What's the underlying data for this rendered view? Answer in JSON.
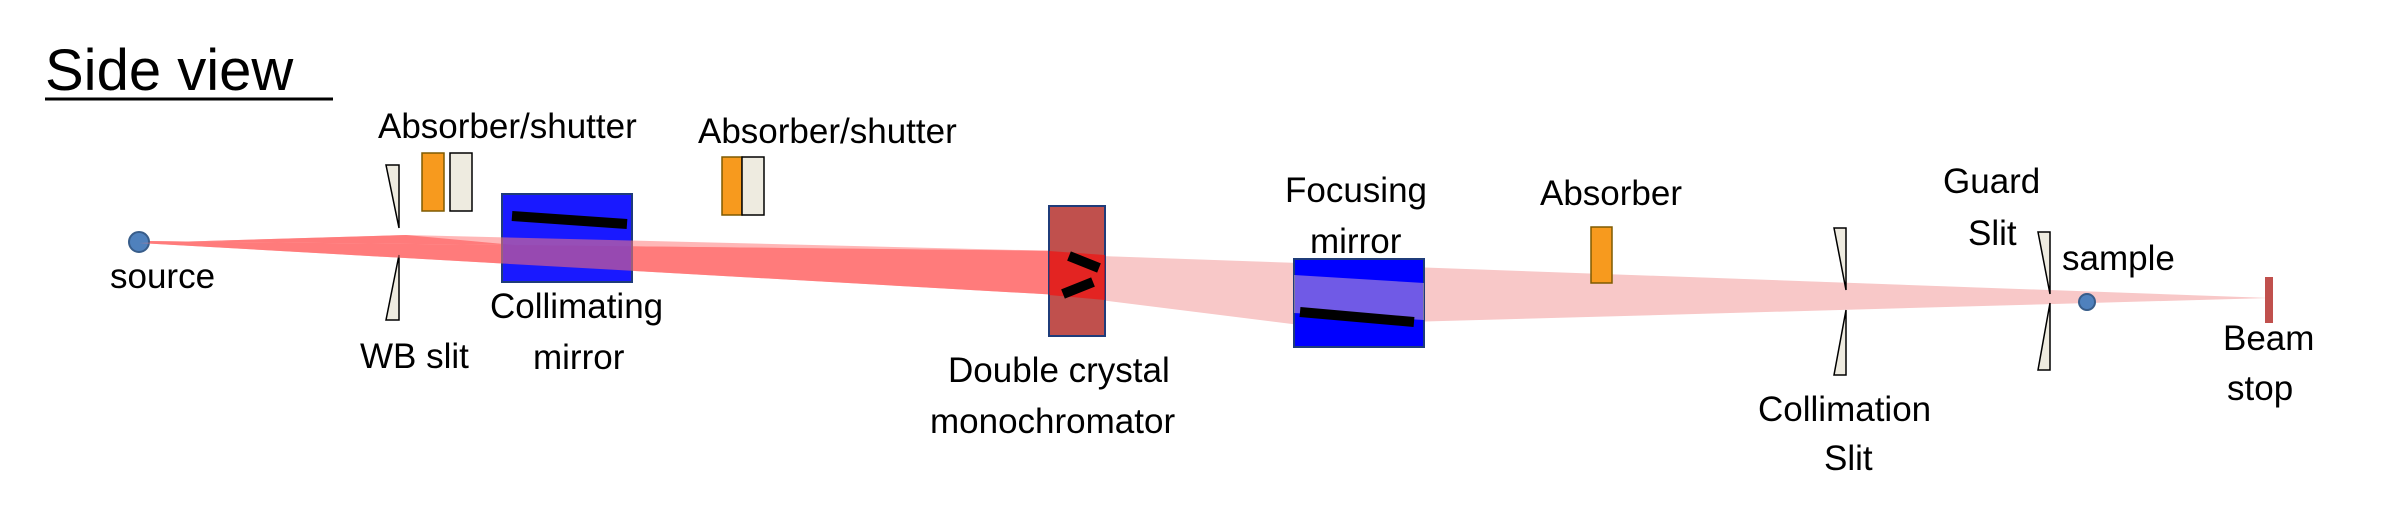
{
  "title": "Side view",
  "labels": {
    "source": "source",
    "absorber_shutter_1": "Absorber/shutter",
    "absorber_shutter_2": "Absorber/shutter",
    "wb_slit": "WB slit",
    "collimating_mirror_line1": "Collimating",
    "collimating_mirror_line2": "mirror",
    "dcm_line1": "Double crystal",
    "dcm_line2": "monochromator",
    "focusing_mirror_line1": "Focusing",
    "focusing_mirror_line2": "mirror",
    "absorber": "Absorber",
    "collimation_slit_line1": "Collimation",
    "collimation_slit_line2": "Slit",
    "guard_slit_line1": "Guard",
    "guard_slit_line2": "Slit",
    "sample": "sample",
    "beam_stop_line1": "Beam",
    "beam_stop_line2": "stop"
  },
  "colors": {
    "white_beam": "#ff7b7b",
    "mono_beam": "#f8c8c8",
    "mirror": "#0000ff",
    "crystal": "#c0504d",
    "absorber": "#f79a1e",
    "shutter": "#eeebe0",
    "point": "#4f81bd",
    "beam_stop": "#c0504d"
  }
}
